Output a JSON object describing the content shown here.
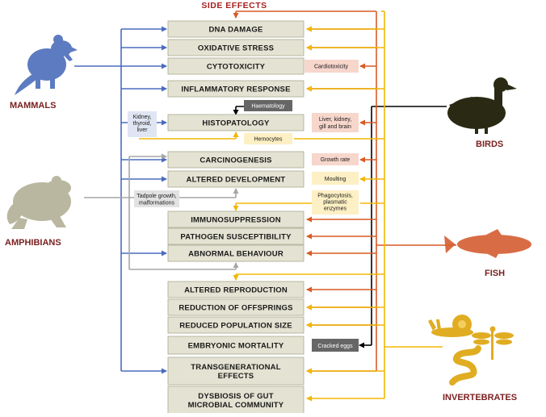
{
  "title": "SIDE EFFECTS",
  "groups": {
    "mammals": "MAMMALS",
    "amphibians": "AMPHIBIANS",
    "birds": "BIRDS",
    "fish": "FISH",
    "invertebrates": "INVERTEBRATES"
  },
  "effects": [
    {
      "lines": [
        "DNA DAMAGE"
      ]
    },
    {
      "lines": [
        "OXIDATIVE STRESS"
      ]
    },
    {
      "lines": [
        "CYTOTOXICITY"
      ]
    },
    {
      "lines": [
        "INFLAMMATORY RESPONSE"
      ]
    },
    {
      "lines": [
        "HISTOPATOLOGY"
      ]
    },
    {
      "lines": [
        "CARCINOGENESIS"
      ]
    },
    {
      "lines": [
        "ALTERED DEVELOPMENT"
      ]
    },
    {
      "lines": [
        "IMMUNOSUPPRESSION"
      ]
    },
    {
      "lines": [
        "PATHOGEN SUSCEPTIBILITY"
      ]
    },
    {
      "lines": [
        "ABNORMAL BEHAVIOUR"
      ]
    },
    {
      "lines": [
        "ALTERED REPRODUCTION"
      ]
    },
    {
      "lines": [
        "REDUCTION OF OFFSPRINGS"
      ]
    },
    {
      "lines": [
        "REDUCED POPULATION SIZE"
      ]
    },
    {
      "lines": [
        "EMBRYONIC MORTALITY"
      ]
    },
    {
      "lines": [
        "TRANSGENERATIONAL",
        "EFFECTS"
      ]
    },
    {
      "lines": [
        "DYSBIOSIS OF GUT",
        "MICROBIAL COMMUNITY"
      ]
    }
  ],
  "notes": {
    "cardiotoxicity": [
      "Cardiotoxicity"
    ],
    "haematology": [
      "Haematology"
    ],
    "kidney_thyroid_liver": [
      "Kidney,",
      "thyroid,",
      "liver"
    ],
    "liver_kidney_gill_brain": [
      "Liver, kidney,",
      "gill and brain"
    ],
    "hemocytes": [
      "Hemocytes"
    ],
    "growth_rate": [
      "Growth rate"
    ],
    "moulting": [
      "Moulting"
    ],
    "tadpole": [
      "Tadpole growth,",
      "malformations"
    ],
    "phagocytosis": [
      "Phagocytosis,",
      "plasmatic",
      "enzymes"
    ],
    "cracked_eggs": [
      "Cracked eggs"
    ]
  },
  "colors": {
    "mammals": "#4a6bbf",
    "amphibians": "#a6a6a6",
    "birds": "#000000",
    "fish": "#d95a25",
    "invertebrates": "#f2b705",
    "effect_box": "#e4e3d3"
  },
  "icons": {
    "mammals": "rat-silhouette-icon",
    "amphibians": "frog-silhouette-icon",
    "birds": "duck-silhouette-icon",
    "fish": "fish-silhouette-icon",
    "invertebrates": "snail-dragonfly-worm-icon"
  }
}
